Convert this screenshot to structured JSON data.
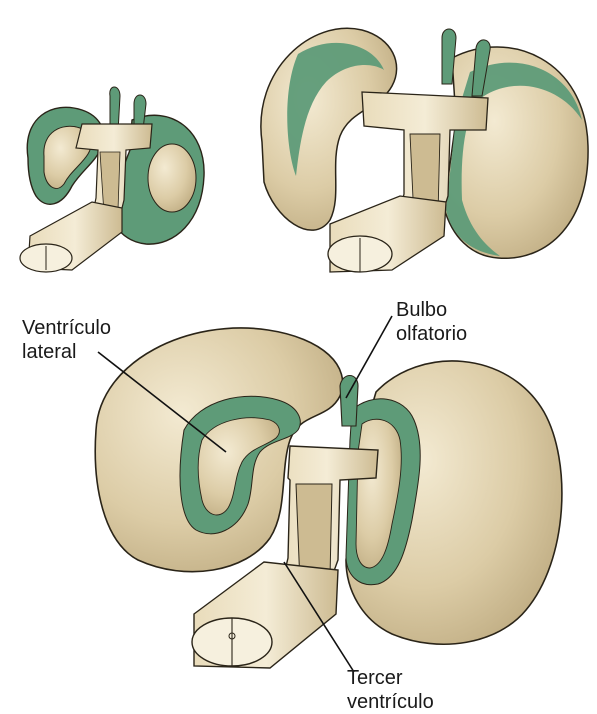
{
  "labels": {
    "ventriculo_lateral": [
      "Ventrículo",
      "lateral"
    ],
    "bulbo_olfatorio": [
      "Bulbo",
      "olfatorio"
    ],
    "tercer_ventriculo": [
      "Tercer",
      "ventrículo"
    ]
  },
  "colors": {
    "tissue": "#d8c9a2",
    "tissue_light": "#efe5cb",
    "tissue_shadow": "#b8a47a",
    "ependyma_green": "#5e9b78",
    "outline": "#2a2418",
    "cut_surface": "#f6f0de",
    "leader_line": "#111111"
  }
}
